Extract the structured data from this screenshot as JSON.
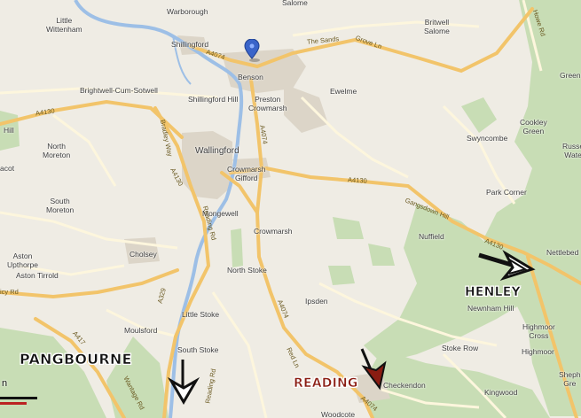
{
  "map": {
    "places": [
      {
        "key": "little_wittenham",
        "text": "Little\nWittenham"
      },
      {
        "key": "warborough",
        "text": "Warborough"
      },
      {
        "key": "salome",
        "text": "Salome"
      },
      {
        "key": "britwell_salome",
        "text": "Britwell\nSalome"
      },
      {
        "key": "shillingford",
        "text": "Shillingford"
      },
      {
        "key": "benson",
        "text": "Benson"
      },
      {
        "key": "the_sands",
        "text": "The Sands"
      },
      {
        "key": "grove_ln",
        "text": "Grove Ln"
      },
      {
        "key": "brightwell",
        "text": "Brightwell-Cum-Sotwell"
      },
      {
        "key": "shillingford_hill",
        "text": "Shillingford Hill"
      },
      {
        "key": "preston_crowmarsh",
        "text": "Preston\nCrowmarsh"
      },
      {
        "key": "ewelme",
        "text": "Ewelme"
      },
      {
        "key": "green_edge",
        "text": "Green"
      },
      {
        "key": "hill_edge",
        "text": "Hill"
      },
      {
        "key": "north_moreton",
        "text": "North\nMoreton"
      },
      {
        "key": "wallingford",
        "text": "Wallingford"
      },
      {
        "key": "swyncombe",
        "text": "Swyncombe"
      },
      {
        "key": "cookley_green",
        "text": "Cookley\nGreen"
      },
      {
        "key": "russells_water",
        "text": "Russe\nWate"
      },
      {
        "key": "acot",
        "text": "acot"
      },
      {
        "key": "crowmarsh_gifford",
        "text": "Crowmarsh\nGifford"
      },
      {
        "key": "park_corner",
        "text": "Park Corner"
      },
      {
        "key": "south_moreton",
        "text": "South\nMoreton"
      },
      {
        "key": "mongewell",
        "text": "Mongewell"
      },
      {
        "key": "crowmarsh",
        "text": "Crowmarsh"
      },
      {
        "key": "nuffield",
        "text": "Nuffield"
      },
      {
        "key": "gangsdown_hill",
        "text": "Gangsdown Hill"
      },
      {
        "key": "nettlebed",
        "text": "Nettlebed"
      },
      {
        "key": "aston_upthorpe",
        "text": "Aston\nUpthorpe"
      },
      {
        "key": "cholsey",
        "text": "Cholsey"
      },
      {
        "key": "aston_tirrold",
        "text": "Aston Tirrold"
      },
      {
        "key": "north_stoke",
        "text": "North Stoke"
      },
      {
        "key": "ipsden",
        "text": "Ipsden"
      },
      {
        "key": "newnham_hill",
        "text": "Newnham Hill"
      },
      {
        "key": "highmoor_cross",
        "text": "Highmoor\nCross"
      },
      {
        "key": "little_stoke",
        "text": "Little Stoke"
      },
      {
        "key": "moulsford",
        "text": "Moulsford"
      },
      {
        "key": "stoke_row",
        "text": "Stoke Row"
      },
      {
        "key": "highmoor",
        "text": "Highmoor"
      },
      {
        "key": "south_stoke",
        "text": "South Stoke"
      },
      {
        "key": "checkendon",
        "text": "Checkendon"
      },
      {
        "key": "kingwood",
        "text": "Kingwood"
      },
      {
        "key": "shepherds_green",
        "text": "Sheph\nGre"
      },
      {
        "key": "woodcote",
        "text": "Woodcote"
      }
    ],
    "roads": [
      {
        "key": "a4074_top",
        "text": "A4074"
      },
      {
        "key": "a4130_left",
        "text": "A4130"
      },
      {
        "key": "a4130_mid",
        "text": "A4130"
      },
      {
        "key": "a4130_right",
        "text": "A4130"
      },
      {
        "key": "a4074_mid",
        "text": "A4074"
      },
      {
        "key": "a4074_south",
        "text": "A4074"
      },
      {
        "key": "a4074_bottom",
        "text": "A4074"
      },
      {
        "key": "a4130_wallingford",
        "text": "A4130"
      },
      {
        "key": "bradley_way",
        "text": "Bradley Way"
      },
      {
        "key": "reading_rd",
        "text": "Reading Rd"
      },
      {
        "key": "a329",
        "text": "A329"
      },
      {
        "key": "a417",
        "text": "A417"
      },
      {
        "key": "reading_rd_south",
        "text": "Reading Rd"
      },
      {
        "key": "red_ln",
        "text": "Red Ln"
      },
      {
        "key": "howe_rd",
        "text": "Howe Rd"
      },
      {
        "key": "icy_rd",
        "text": "icy Rd"
      },
      {
        "key": "wantage_rd",
        "text": "Wantage Rd"
      }
    ],
    "annotations": {
      "henley": "HENLEY",
      "pangbourne": "PANGBOURNE",
      "reading": "READING",
      "scale_partial": "n"
    },
    "colors": {
      "land": "#efece4",
      "urban": "#dcd5c8",
      "wood": "#c8ddb5",
      "major_road": "#f2c46a",
      "minor_road": "#fdf6dd",
      "water": "#9dbfe6",
      "pin": "#3a64c9",
      "reading_arrow": "#8a1c12"
    },
    "icons": [
      "location-pin-icon",
      "arrow-icon"
    ]
  }
}
